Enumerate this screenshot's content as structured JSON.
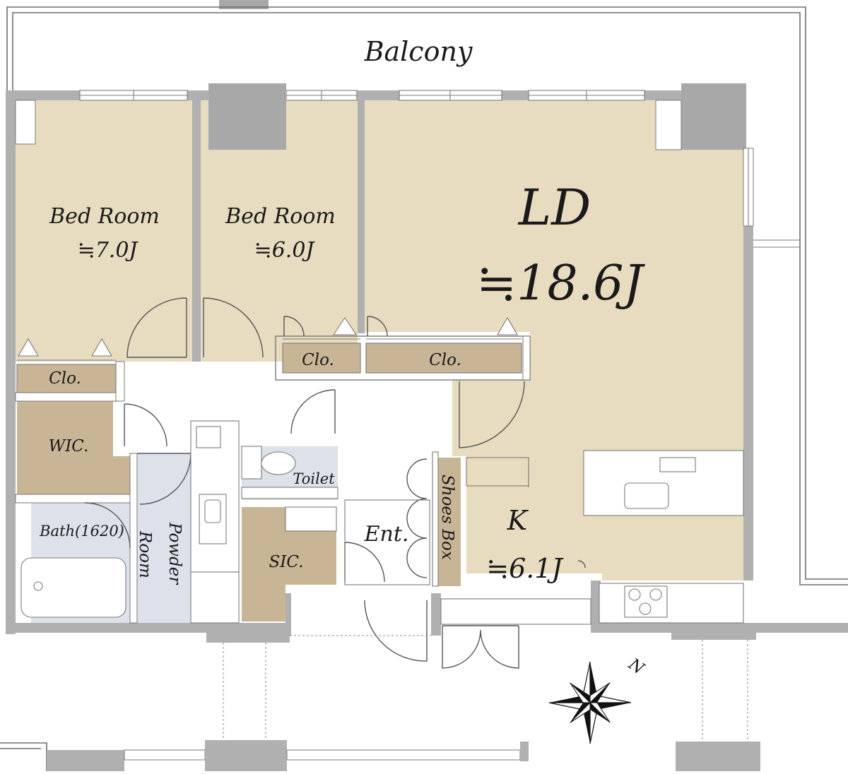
{
  "plan": {
    "balcony_label": "Balcony",
    "rooms": {
      "bedroom1": {
        "name": "Bed Room",
        "area": "≒7.0J"
      },
      "bedroom2": {
        "name": "Bed Room",
        "area": "≒6.0J"
      },
      "ld": {
        "name": "LD",
        "area": "≒18.6J"
      },
      "kitchen": {
        "name": "K",
        "area": "≒6.1J"
      },
      "clo1": "Clo.",
      "clo2": "Clo.",
      "clo3": "Clo.",
      "wic": "WIC.",
      "bath": "Bath(1620)",
      "powder_line1": "Powder",
      "powder_line2": "Room",
      "toilet": "Toilet",
      "sic": "SIC.",
      "entrance": "Ent.",
      "shoes_box": "Shoes Box"
    },
    "compass_label": "N"
  },
  "colors": {
    "room_fill": "#e8dcc0",
    "closet_fill": "#c8b596",
    "wet_fill": "#dde1ea",
    "wall": "#b0b0b0",
    "wall_dark": "#a8a8a8"
  },
  "icons": [
    "compass-rose-icon",
    "toilet-icon",
    "sink-icon",
    "bathtub-icon",
    "stove-icon"
  ]
}
